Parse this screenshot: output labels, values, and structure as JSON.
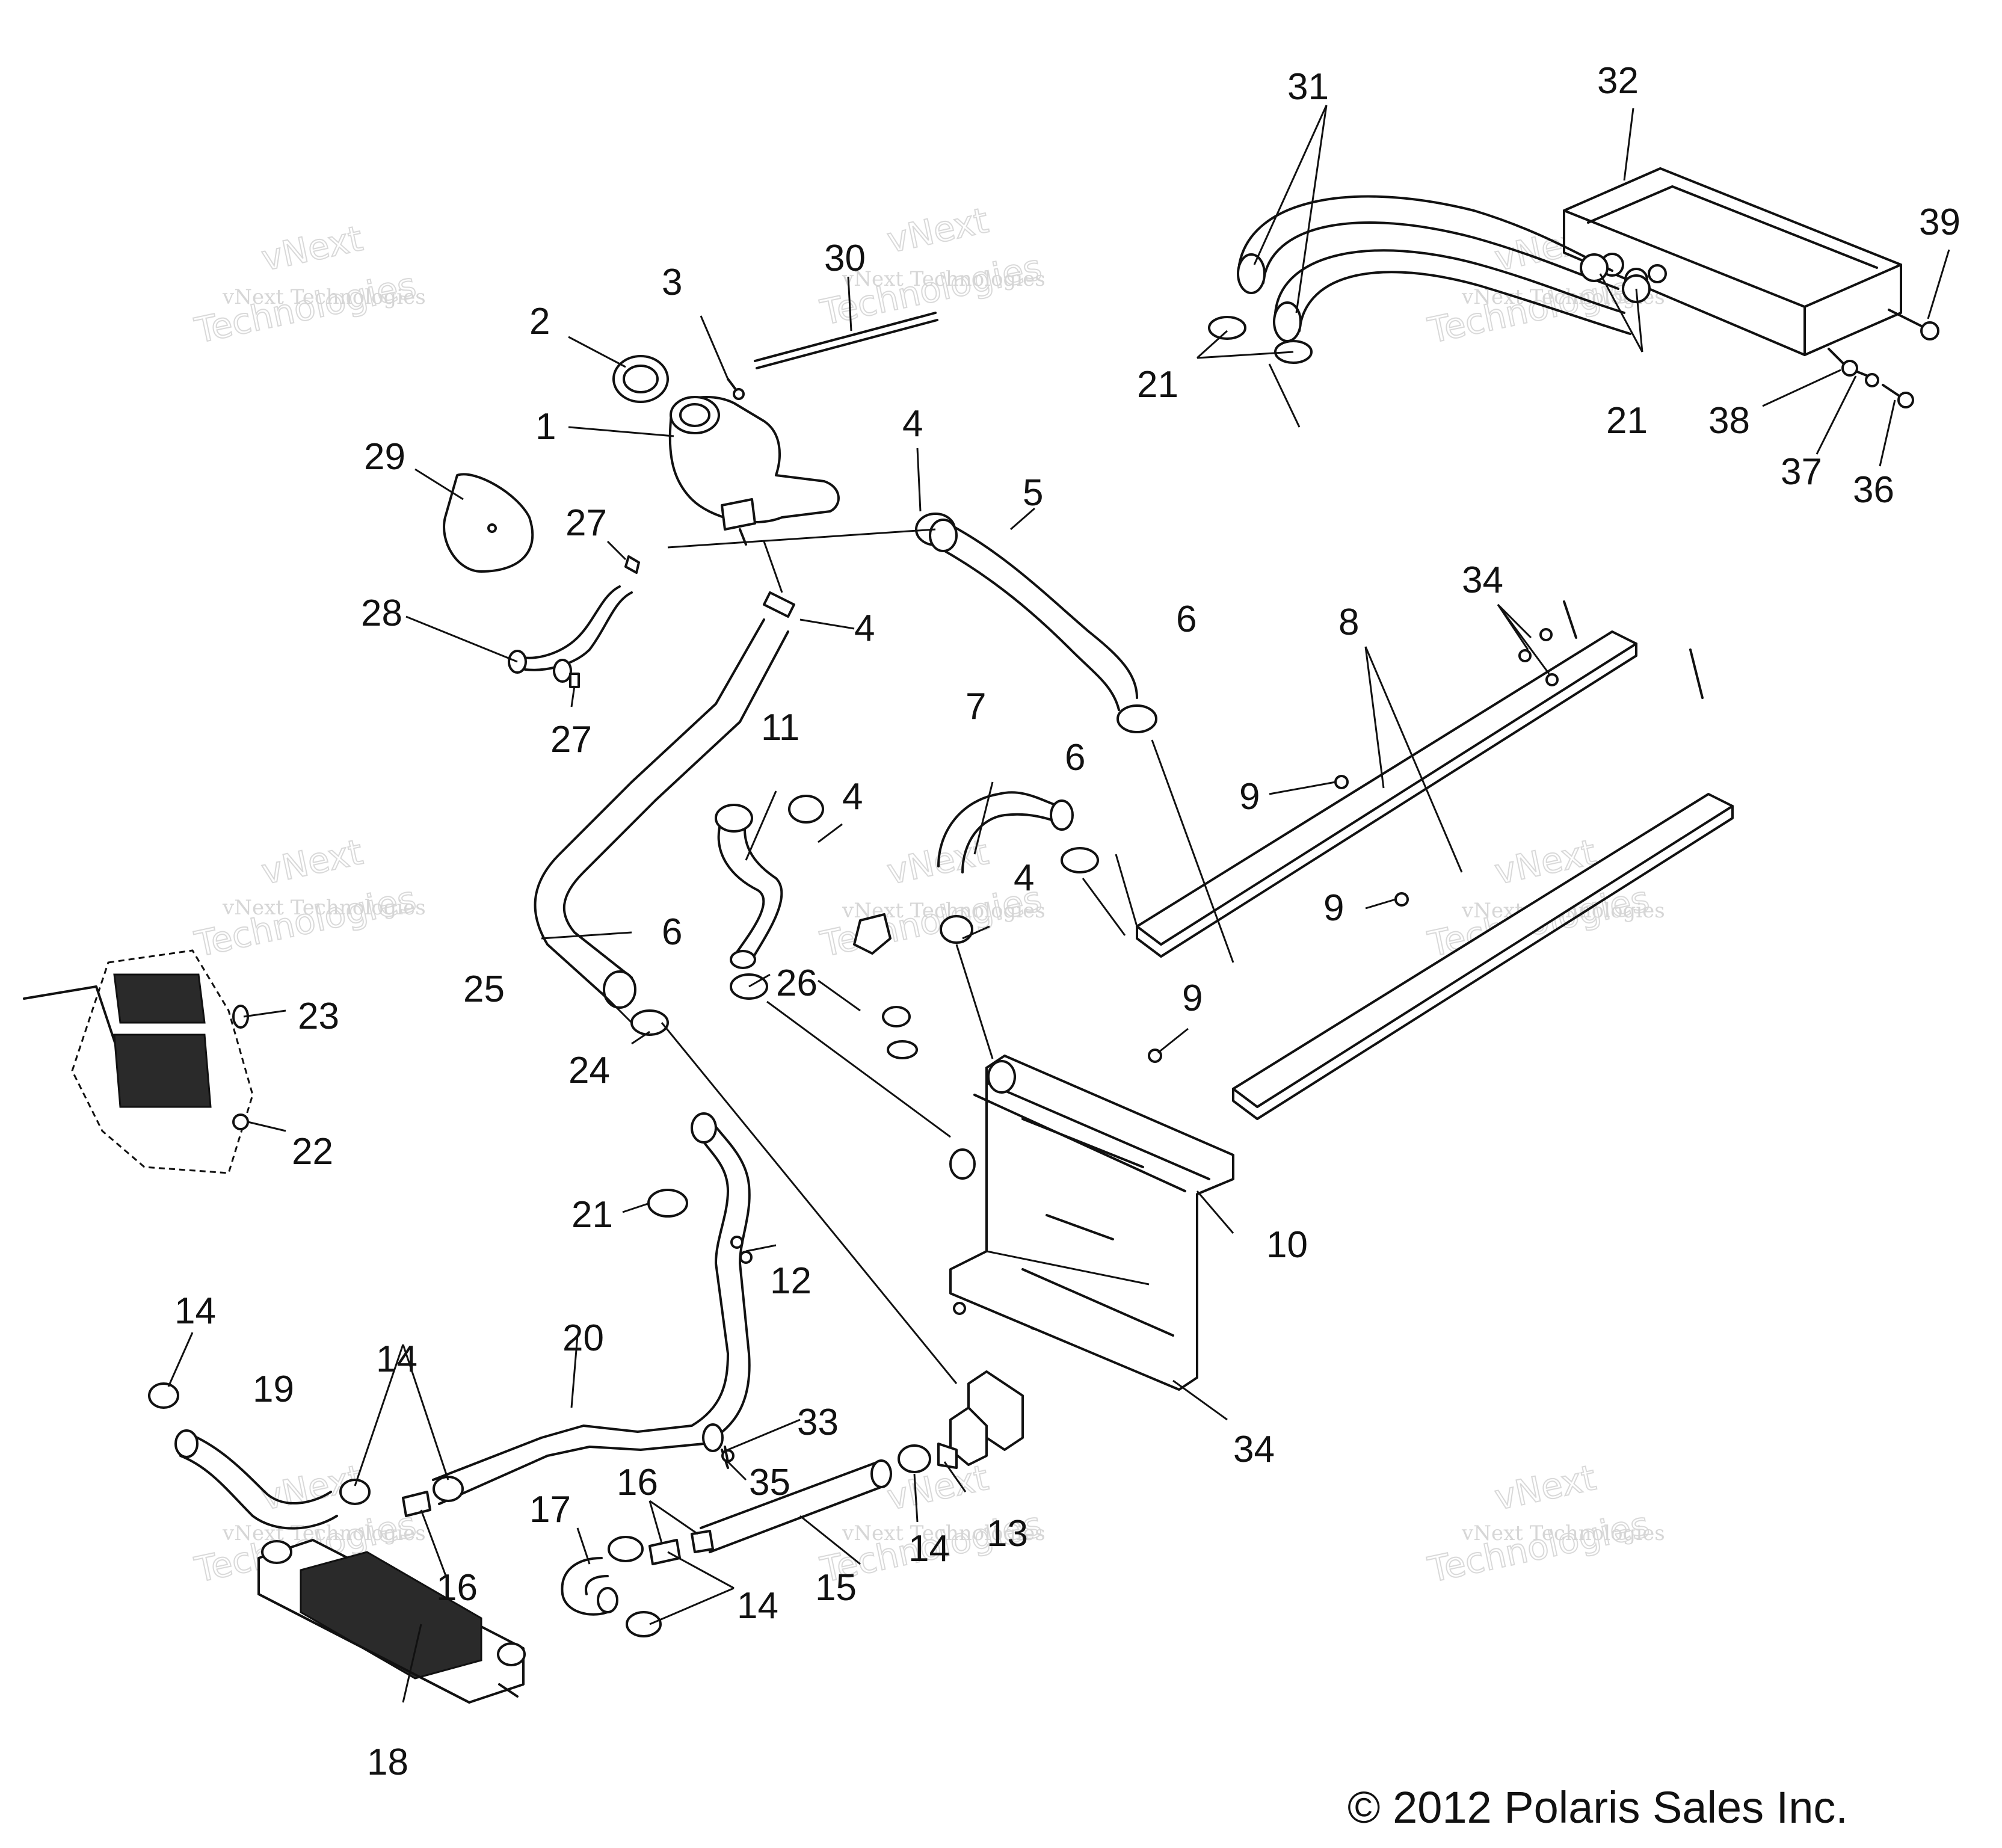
{
  "callouts": [
    "1",
    "2",
    "3",
    "4",
    "5",
    "6",
    "7",
    "8",
    "9",
    "10",
    "11",
    "12",
    "13",
    "14",
    "15",
    "16",
    "17",
    "18",
    "19",
    "20",
    "21",
    "22",
    "23",
    "24",
    "25",
    "26",
    "27",
    "28",
    "29",
    "30",
    "31",
    "32",
    "33",
    "34",
    "35",
    "36",
    "37",
    "38",
    "39"
  ],
  "watermark": {
    "line1": "vNext Technologies",
    "line2": "vNext",
    "line3": "Technologies"
  },
  "copyright": "© 2012 Polaris Sales Inc."
}
